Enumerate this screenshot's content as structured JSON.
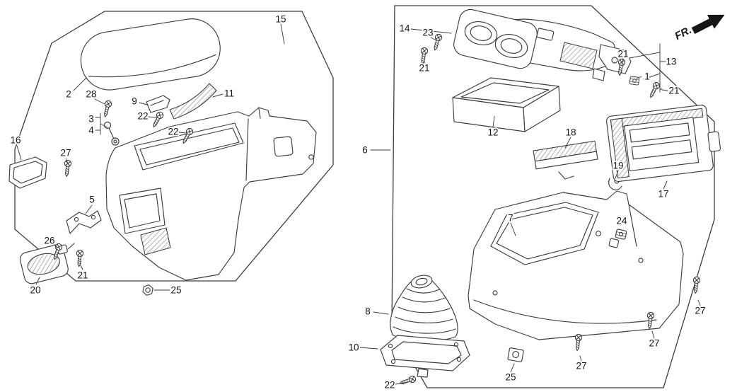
{
  "meta": {
    "type": "exploded-parts-diagram",
    "subject": "center-console-assembly",
    "background": "#ffffff",
    "line_color": "#3d3d3d",
    "label_color": "#161616"
  },
  "direction_indicator": {
    "label": "FR.",
    "icon": "arrow-northeast"
  },
  "part_labels": [
    "15",
    "2",
    "28",
    "9",
    "11",
    "22",
    "22",
    "3",
    "4",
    "16",
    "27",
    "5",
    "26",
    "21",
    "20",
    "25",
    "14",
    "23",
    "21",
    "21",
    "13",
    "1",
    "21",
    "12",
    "18",
    "6",
    "19",
    "17",
    "24",
    "7",
    "27",
    "8",
    "27",
    "10",
    "27",
    "25",
    "22"
  ]
}
